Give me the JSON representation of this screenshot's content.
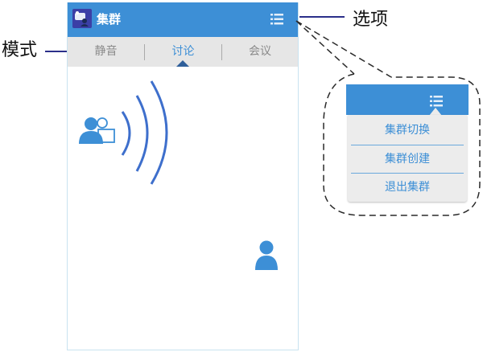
{
  "app": {
    "title": "集群",
    "header_color": "#3d8fd6",
    "menu_icon": "list-menu-icon"
  },
  "tabs": [
    {
      "label": "静音",
      "active": false
    },
    {
      "label": "讨论",
      "active": true
    },
    {
      "label": "会议",
      "active": false
    }
  ],
  "content": {
    "speaker_icon": "group-user-speaking-icon",
    "sound_waves_icon": "sound-waves-icon",
    "single_user_icon": "user-icon"
  },
  "annotations": {
    "mode_label": "模式",
    "options_label": "选项"
  },
  "options_menu": {
    "items": [
      {
        "label": "集群切换"
      },
      {
        "label": "集群创建"
      },
      {
        "label": "退出集群"
      }
    ]
  },
  "colors": {
    "accent": "#3d8fd6",
    "tab_bar": "#e6e6e6",
    "annotation_line": "#2b2f8a"
  }
}
